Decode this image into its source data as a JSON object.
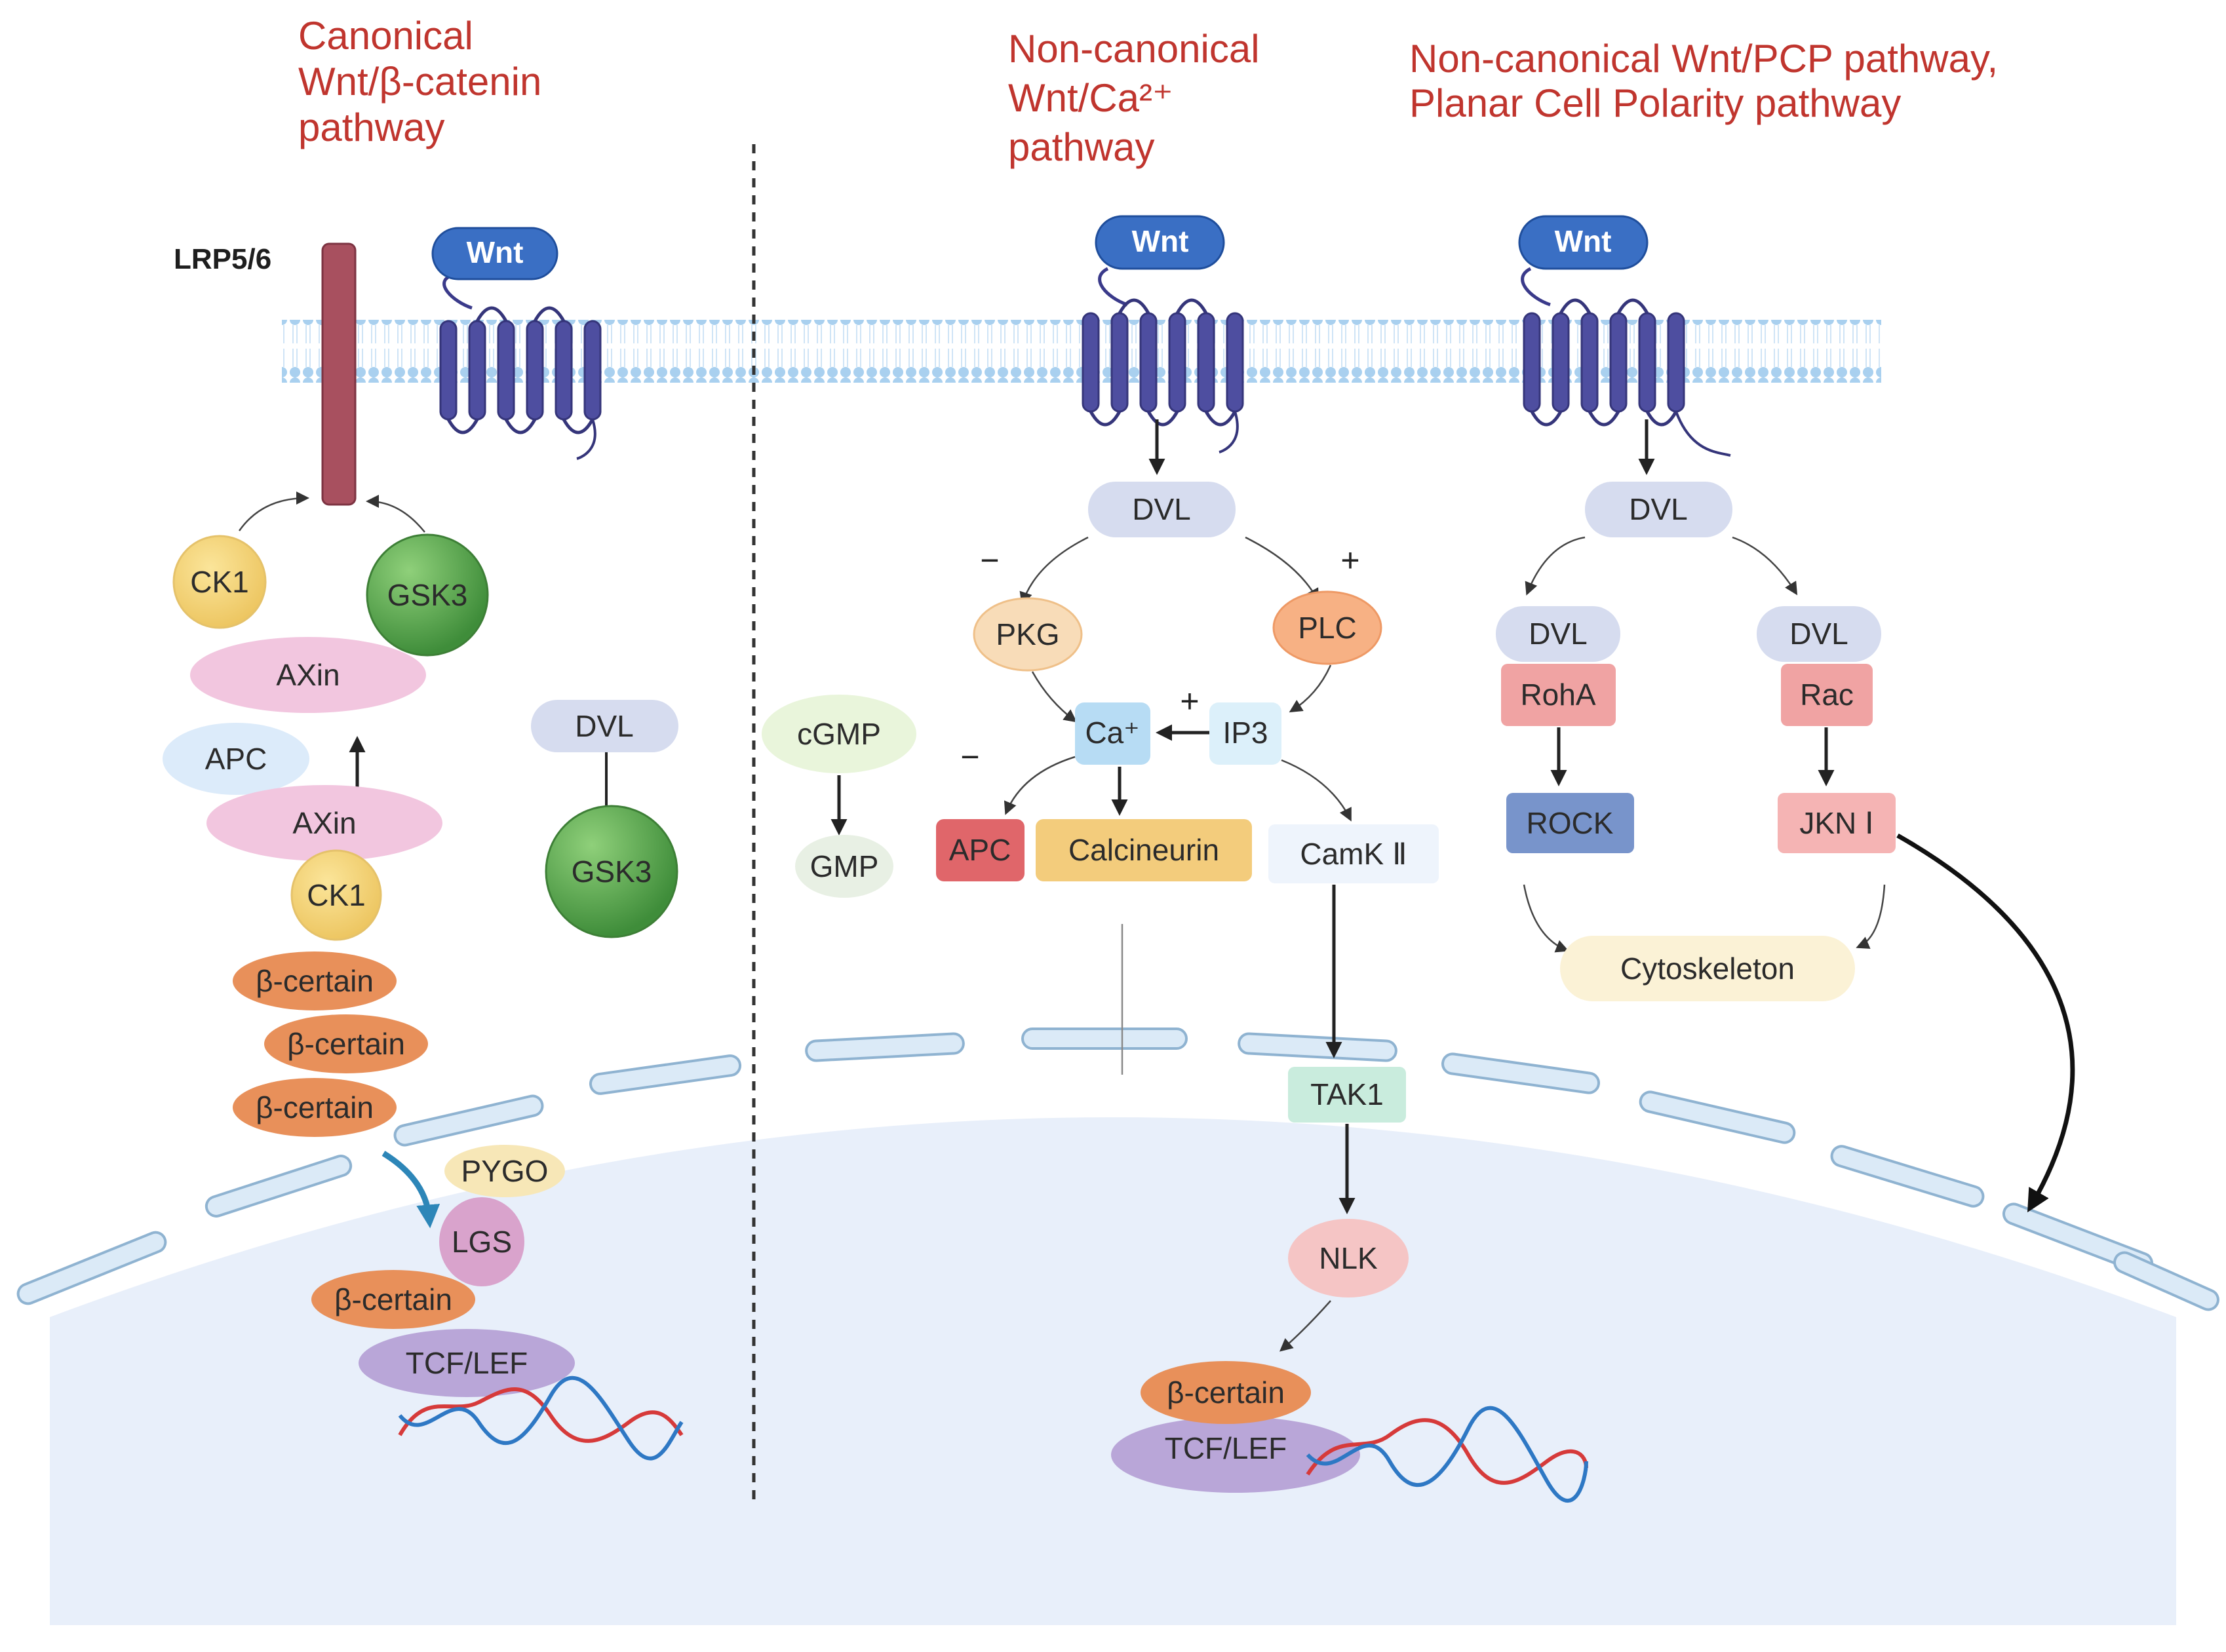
{
  "titles": {
    "canonical": [
      "Canonical",
      "Wnt/β-catenin",
      "pathway"
    ],
    "calcium": [
      "Non-canonical",
      "Wnt/Ca²⁺",
      "pathway"
    ],
    "pcp": [
      "Non-canonical Wnt/PCP pathway,",
      "Planar Cell Polarity pathway"
    ]
  },
  "labels": {
    "lrp": "LRP5/6",
    "wnt": "Wnt",
    "ck1": "CK1",
    "gsk3": "GSK3",
    "axin": "AXin",
    "apc": "APC",
    "dvl": "DVL",
    "beta": "β-certain",
    "pygo": "PYGO",
    "lgs": "LGS",
    "tcf": "TCF/LEF",
    "cgmp": "cGMP",
    "gmp": "GMP",
    "pkg": "PKG",
    "plc": "PLC",
    "ca": "Ca⁺",
    "ip3": "IP3",
    "calcineurin": "Calcineurin",
    "camk": "CamK Ⅱ",
    "tak1": "TAK1",
    "nlk": "NLK",
    "roha": "RohA",
    "rac": "Rac",
    "rock": "ROCK",
    "jkn": "JKN Ⅰ",
    "cytoskeleton": "Cytoskeleton"
  },
  "signs": {
    "minus": "−",
    "plus": "+"
  },
  "colors": {
    "title": "#c0352e",
    "wnt": "#3a6fc4",
    "receptor": "#4a4a9a",
    "lrp": "#a8505f",
    "membrane": "#bcd9f0",
    "nucleus": "#e8effa",
    "envelope": "#d9e9f7"
  }
}
